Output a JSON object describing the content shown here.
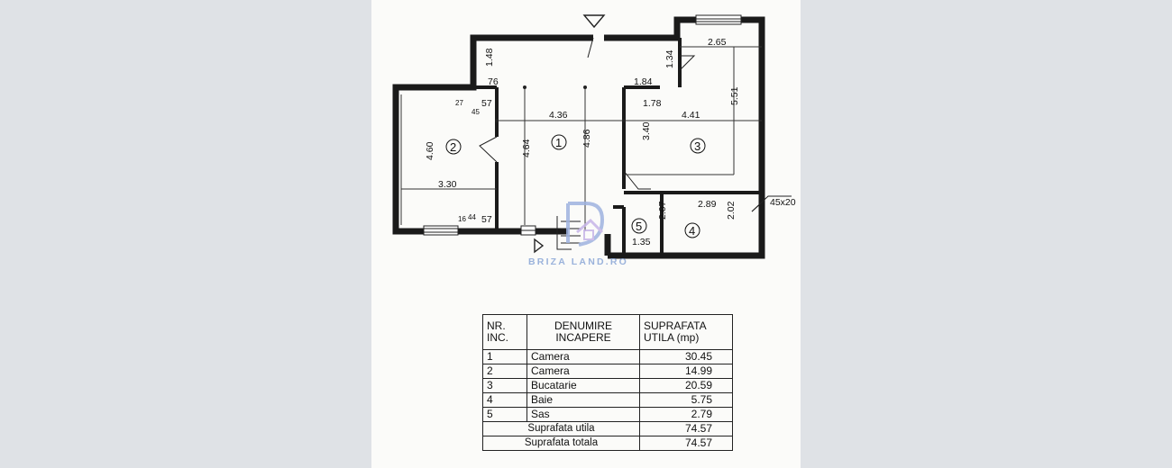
{
  "plan": {
    "dimensions": {
      "d_265": "2.65",
      "d_148": "1.48",
      "d_134": "1.34",
      "d_76": "76",
      "d_184": "1.84",
      "d_178": "1.78",
      "d_551": "5.51",
      "d_27": "27",
      "d_45": "45",
      "d_57a": "57",
      "d_436": "4.36",
      "d_441": "4.41",
      "d_460": "4.60",
      "d_464": "4.64",
      "d_486": "4.86",
      "d_340": "3.40",
      "d_330": "3.30",
      "d_289": "2.89",
      "d_45x20": "45x20",
      "d_207": "2.07",
      "d_202": "2.02",
      "d_16": "16",
      "d_44": "44",
      "d_57b": "57",
      "d_135": "1.35"
    },
    "rooms": [
      "1",
      "2",
      "3",
      "4",
      "5"
    ]
  },
  "watermark": {
    "text": "BRIZA LAND.RO",
    "color": "#8aa6d6"
  },
  "table": {
    "header": {
      "nr_line1": "NR.",
      "nr_line2": "INC.",
      "name_line1": "DENUMIRE",
      "name_line2": "INCAPERE",
      "area_line1": "SUPRAFATA",
      "area_line2": "UTILA (mp)"
    },
    "rows": [
      {
        "nr": "1",
        "name": "Camera",
        "area": "30.45"
      },
      {
        "nr": "2",
        "name": "Camera",
        "area": "14.99"
      },
      {
        "nr": "3",
        "name": "Bucatarie",
        "area": "20.59"
      },
      {
        "nr": "4",
        "name": "Baie",
        "area": "5.75"
      },
      {
        "nr": "5",
        "name": "Sas",
        "area": "2.79"
      }
    ],
    "totals": [
      {
        "label": "Suprafata utila",
        "value": "74.57"
      },
      {
        "label": "Suprafata totala",
        "value": "74.57"
      }
    ]
  }
}
